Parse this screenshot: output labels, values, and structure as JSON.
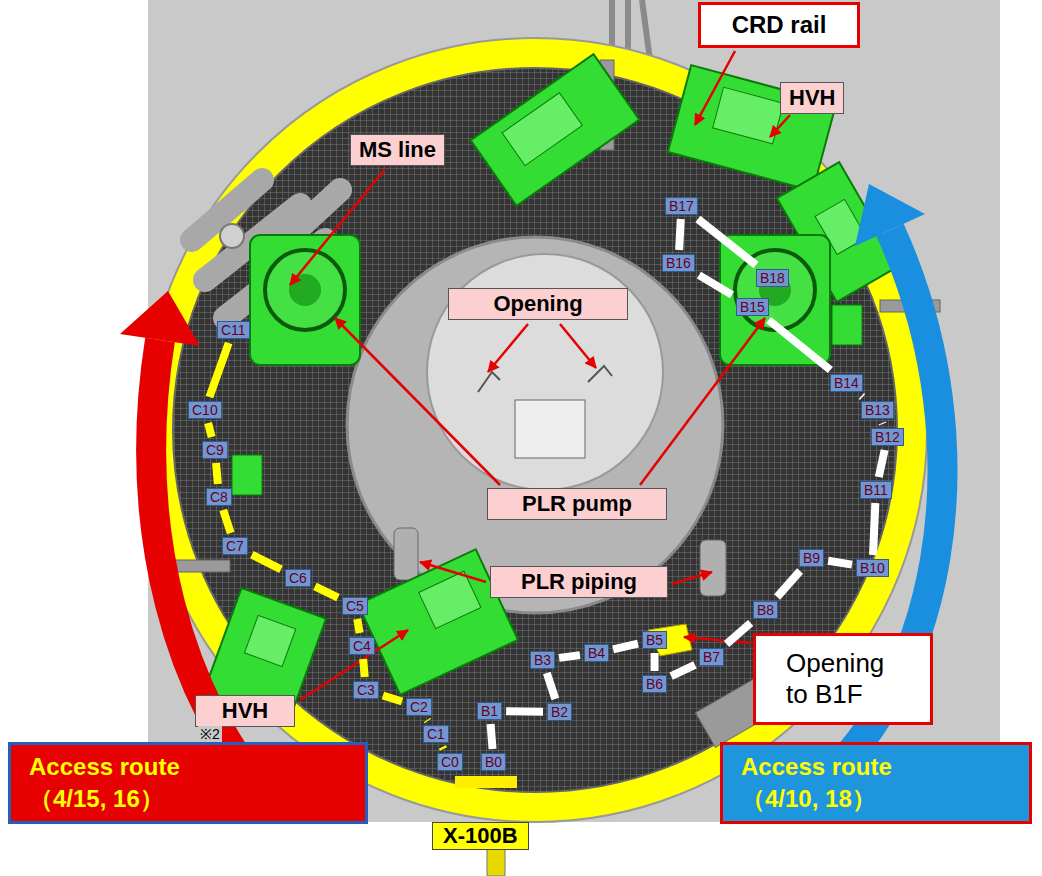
{
  "diagram": {
    "nodes": [
      {
        "text": [
          "CRD rail"
        ]
      },
      {
        "text": [
          "HVH"
        ]
      },
      {
        "text": [
          "MS line"
        ]
      },
      {
        "text": [
          "Opening"
        ]
      },
      {
        "text": [
          "PLR pump"
        ]
      },
      {
        "text": [
          "PLR piping"
        ]
      },
      {
        "text": [
          "Opening to B1F"
        ]
      },
      {
        "text": [
          "HVH"
        ]
      },
      {
        "text": [
          "Access route （4/15, 16）"
        ]
      },
      {
        "text": [
          "Access route （4/10, 18）"
        ]
      },
      {
        "text": [
          "X-100B"
        ]
      },
      {
        "text": [
          "B0"
        ]
      },
      {
        "text": [
          "B1"
        ]
      },
      {
        "text": [
          "B2"
        ]
      },
      {
        "text": [
          "B3"
        ]
      },
      {
        "text": [
          "B4"
        ]
      },
      {
        "text": [
          "B5"
        ]
      },
      {
        "text": [
          "B6"
        ]
      },
      {
        "text": [
          "B7"
        ]
      },
      {
        "text": [
          "B8"
        ]
      },
      {
        "text": [
          "B9"
        ]
      },
      {
        "text": [
          "B10"
        ]
      },
      {
        "text": [
          "B11"
        ]
      },
      {
        "text": [
          "B12"
        ]
      },
      {
        "text": [
          "B13"
        ]
      },
      {
        "text": [
          "B14"
        ]
      },
      {
        "text": [
          "B15"
        ]
      },
      {
        "text": [
          "B16"
        ]
      },
      {
        "text": [
          "B17"
        ]
      },
      {
        "text": [
          "B18"
        ]
      },
      {
        "text": [
          "C0"
        ]
      },
      {
        "text": [
          "C1"
        ]
      },
      {
        "text": [
          "C2"
        ]
      },
      {
        "text": [
          "C3"
        ]
      },
      {
        "text": [
          "C4"
        ]
      },
      {
        "text": [
          "C5"
        ]
      },
      {
        "text": [
          "C6"
        ]
      },
      {
        "text": [
          "C7"
        ]
      },
      {
        "text": [
          "C8"
        ]
      },
      {
        "text": [
          "C9"
        ]
      },
      {
        "text": [
          "C10"
        ]
      },
      {
        "text": [
          "C11"
        ]
      }
    ],
    "edges": [
      {
        "from": 11,
        "to": 12,
        "arrow": "none"
      },
      {
        "from": 12,
        "to": 13,
        "arrow": "none"
      },
      {
        "from": 13,
        "to": 14,
        "arrow": "none"
      },
      {
        "from": 14,
        "to": 15,
        "arrow": "none"
      },
      {
        "from": 15,
        "to": 16,
        "arrow": "none"
      },
      {
        "from": 16,
        "to": 17,
        "arrow": "none"
      },
      {
        "from": 17,
        "to": 18,
        "arrow": "none"
      },
      {
        "from": 18,
        "to": 19,
        "arrow": "none"
      },
      {
        "from": 19,
        "to": 20,
        "arrow": "none"
      },
      {
        "from": 20,
        "to": 21,
        "arrow": "none"
      },
      {
        "from": 21,
        "to": 22,
        "arrow": "none"
      },
      {
        "from": 22,
        "to": 23,
        "arrow": "none"
      },
      {
        "from": 23,
        "to": 24,
        "arrow": "none"
      },
      {
        "from": 24,
        "to": 25,
        "arrow": "none"
      },
      {
        "from": 25,
        "to": 26,
        "arrow": "none"
      },
      {
        "from": 26,
        "to": 27,
        "arrow": "none"
      },
      {
        "from": 27,
        "to": 28,
        "arrow": "none"
      },
      {
        "from": 28,
        "to": 29,
        "arrow": "none"
      },
      {
        "from": 30,
        "to": 31,
        "arrow": "none"
      },
      {
        "from": 31,
        "to": 32,
        "arrow": "none"
      },
      {
        "from": 32,
        "to": 33,
        "arrow": "none"
      },
      {
        "from": 33,
        "to": 34,
        "arrow": "none"
      },
      {
        "from": 34,
        "to": 35,
        "arrow": "none"
      },
      {
        "from": 35,
        "to": 36,
        "arrow": "none"
      },
      {
        "from": 36,
        "to": 37,
        "arrow": "none"
      },
      {
        "from": 37,
        "to": 38,
        "arrow": "none"
      },
      {
        "from": 38,
        "to": 39,
        "arrow": "none"
      },
      {
        "from": 39,
        "to": 40,
        "arrow": "none"
      },
      {
        "from": 40,
        "to": 41,
        "arrow": "none"
      }
    ],
    "labels": [
      "※2"
    ]
  }
}
